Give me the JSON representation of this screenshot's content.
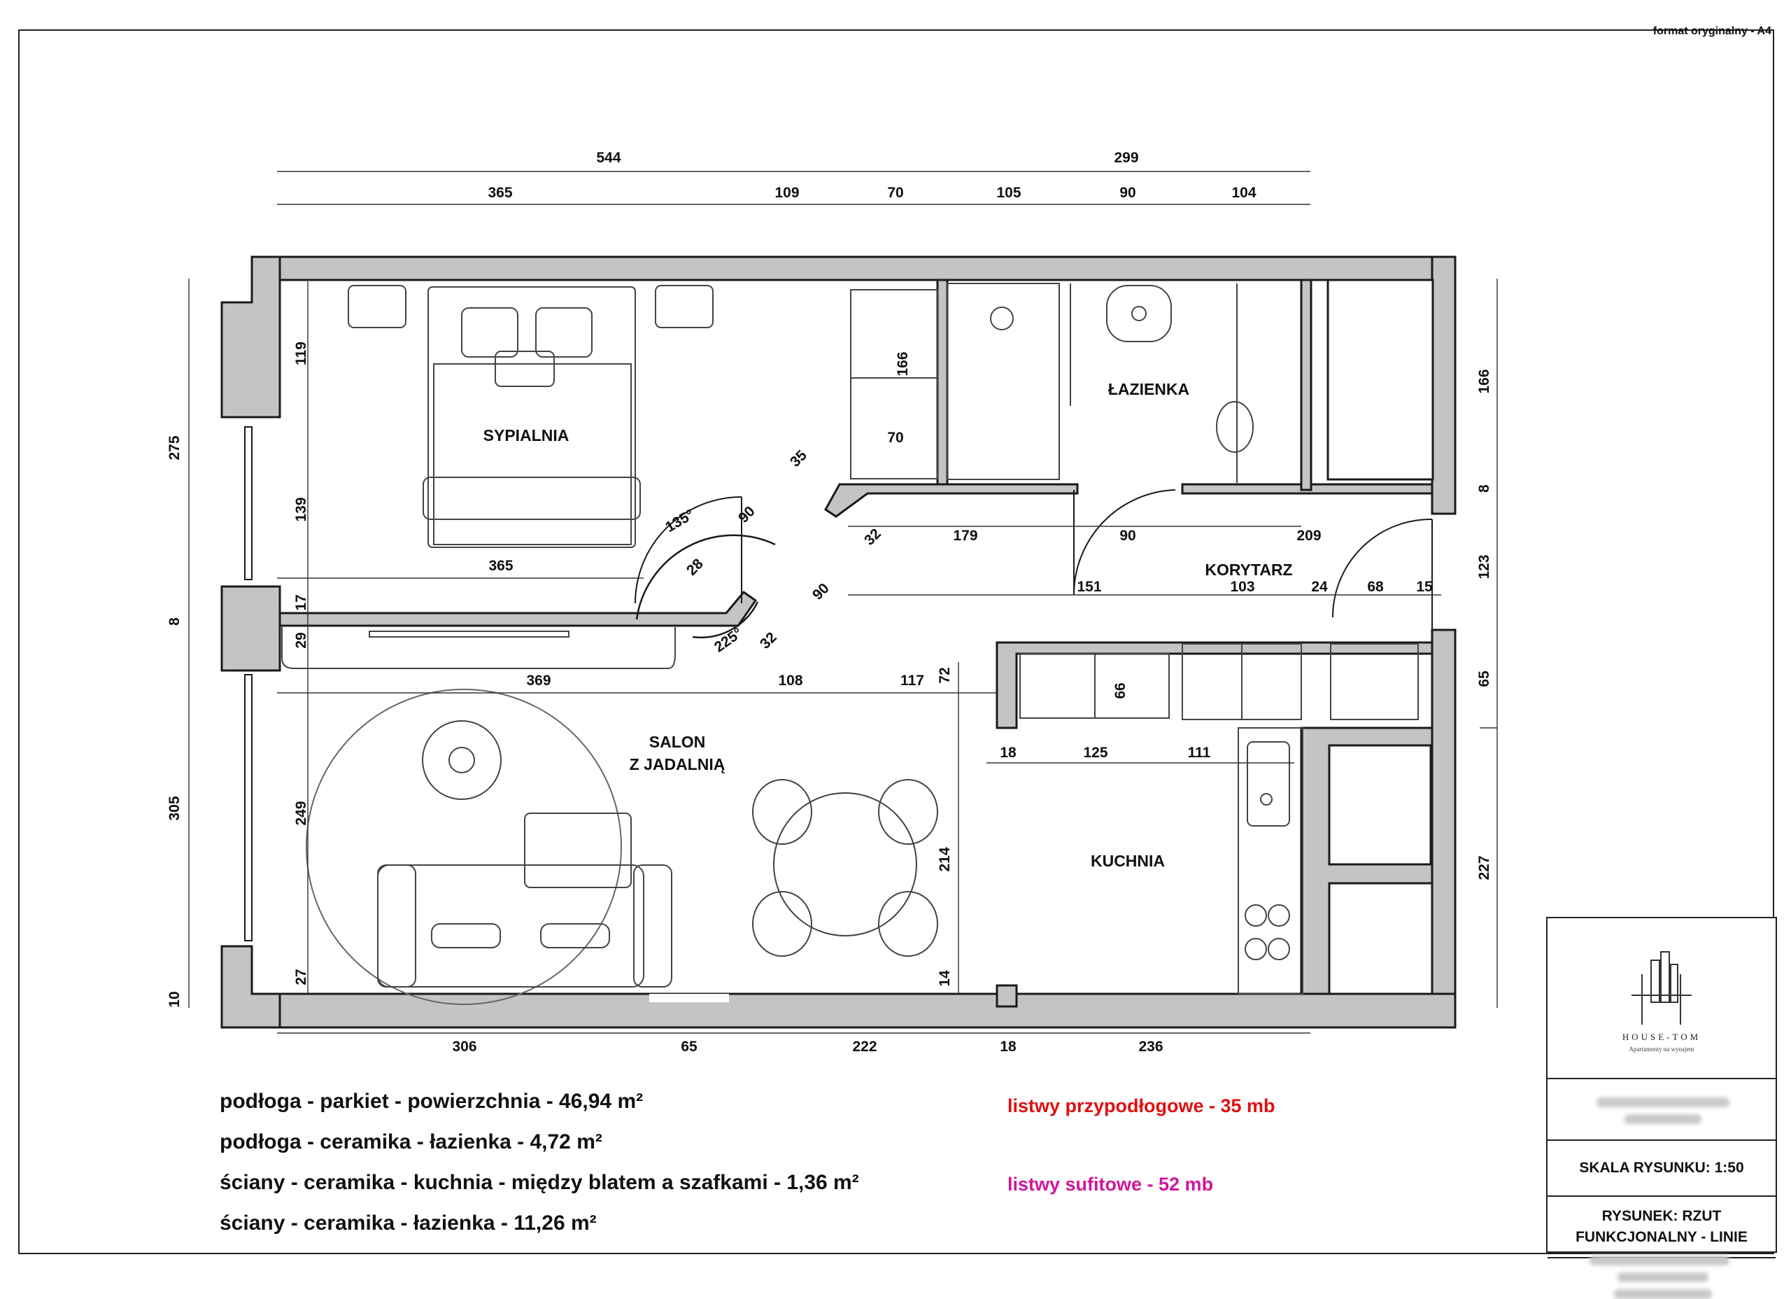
{
  "sheet": {
    "format_note": "format oryginalny - A4"
  },
  "rooms": {
    "bedroom": "SYPIALNIA",
    "bathroom": "ŁAZIENKA",
    "corridor": "KORYTARZ",
    "living_line1": "SALON",
    "living_line2": "Z JADALNIĄ",
    "kitchen": "KUCHNIA"
  },
  "dims": {
    "top_total_left": "544",
    "top_total_right": "299",
    "top_365": "365",
    "top_109": "109",
    "top_70": "70",
    "top_105": "105",
    "top_90": "90",
    "top_104": "104",
    "left_275": "275",
    "left_8": "8",
    "left_305": "305",
    "left_10": "10",
    "in_119": "119",
    "in_139": "139",
    "in_17": "17",
    "in_29": "29",
    "in_249": "249",
    "in_27": "27",
    "bed_365": "365",
    "lr_369": "369",
    "lr_108": "108",
    "lr_117": "117",
    "door_35": "35",
    "door_90a": "90",
    "door_28": "28",
    "door_90b": "90",
    "door_32a": "32",
    "door_32b": "32",
    "angle_135": "135°",
    "angle_225": "225°",
    "wardrobe_166": "166",
    "wardrobe_70": "70",
    "c_179": "179",
    "c_90": "90",
    "c_209": "209",
    "c_151": "151",
    "c_103": "103",
    "c_24": "24",
    "c_68": "68",
    "c_15": "15",
    "k_72": "72",
    "k_66": "66",
    "k_18": "18",
    "k_125": "125",
    "k_111": "111",
    "k_214": "214",
    "k_14": "14",
    "right_166": "166",
    "right_8": "8",
    "right_123": "123",
    "right_65": "65",
    "right_227": "227",
    "bot_306": "306",
    "bot_65": "65",
    "bot_222": "222",
    "bot_18": "18",
    "bot_236": "236"
  },
  "notes": [
    "podłoga - parkiet - powierzchnia - 46,94 m²",
    "podłoga - ceramika - łazienka - 4,72 m²",
    "ściany - ceramika - kuchnia - między blatem a szafkami - 1,36 m²",
    "ściany - ceramika - łazienka - 11,26 m²"
  ],
  "legend": {
    "baseboards": "listwy przypodłogowe - 35 mb",
    "baseboards_color": "#e01010",
    "ceiling": "listwy sufitowe - 52 mb",
    "ceiling_color": "#d0179a"
  },
  "title_block": {
    "brand": "HOUSE-TOM",
    "brand_sub": "Apartamenty na wynajem",
    "scale": "SKALA RYSUNKU: 1:50",
    "drawing_line1": "RYSUNEK: RZUT",
    "drawing_line2": "FUNKCJONALNY - LINIE"
  },
  "colors": {
    "wall": "#c4c4c4",
    "line": "#1a1a1a"
  }
}
